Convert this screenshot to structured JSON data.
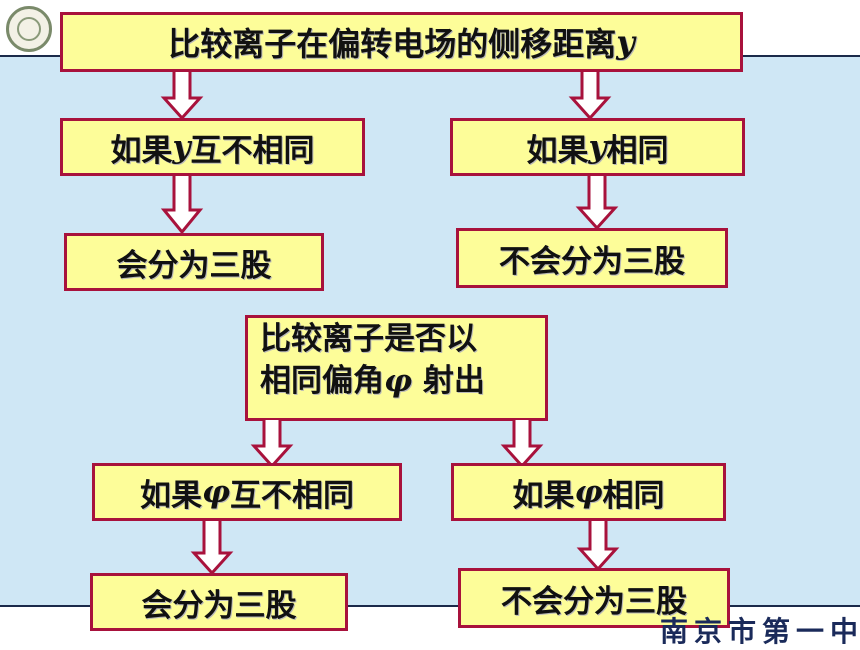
{
  "title": {
    "pre": "比较离子在偏转电场的侧移距离",
    "var": "y"
  },
  "branch1": {
    "left": {
      "pre": "如果 ",
      "var": "y",
      "post": "互不相同"
    },
    "right": {
      "pre": "如果 ",
      "var": "y",
      "post": " 相同"
    },
    "left_result": "会分为三股",
    "right_result": "不会分为三股"
  },
  "middle": {
    "line1": "比较离子是否以",
    "line2_pre": "相同偏角",
    "line2_var": "φ",
    "line2_post": " 射出"
  },
  "branch2": {
    "left": {
      "pre": "如果",
      "var": "φ",
      "post": "互不相同"
    },
    "right": {
      "pre": "如果",
      "var": "φ",
      "post": " 相同"
    },
    "left_result": "会分为三股",
    "right_result": "不会分为三股"
  },
  "footer": "南京市第一中学",
  "colors": {
    "box_fill": "#fdfd99",
    "box_border": "#a8123c",
    "panel": "#cfe7f5",
    "arrow": "#a8123c"
  }
}
